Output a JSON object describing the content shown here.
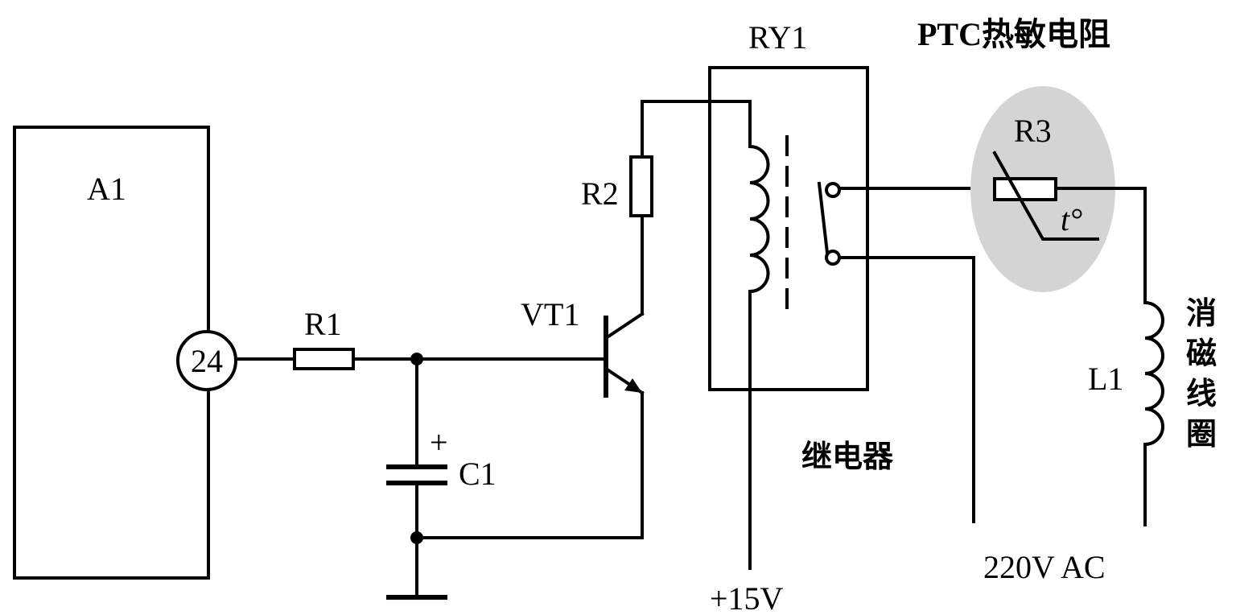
{
  "labels": {
    "a1": "A1",
    "pin": "24",
    "r1": "R1",
    "r2": "R2",
    "r3": "R3",
    "c1": "C1",
    "c1_plus": "+",
    "vt1": "VT1",
    "ry1": "RY1",
    "ptc": "PTC热敏电阻",
    "temp": "t°",
    "l1": "L1",
    "degauss_1": "消",
    "degauss_2": "磁",
    "degauss_3": "线",
    "degauss_4": "圈",
    "relay_cn": "继电器",
    "v15": "+15V",
    "ac": "220V AC"
  },
  "colors": {
    "line": "#000000",
    "ptc_highlight": "#d4d4d4",
    "background": "#ffffff"
  }
}
